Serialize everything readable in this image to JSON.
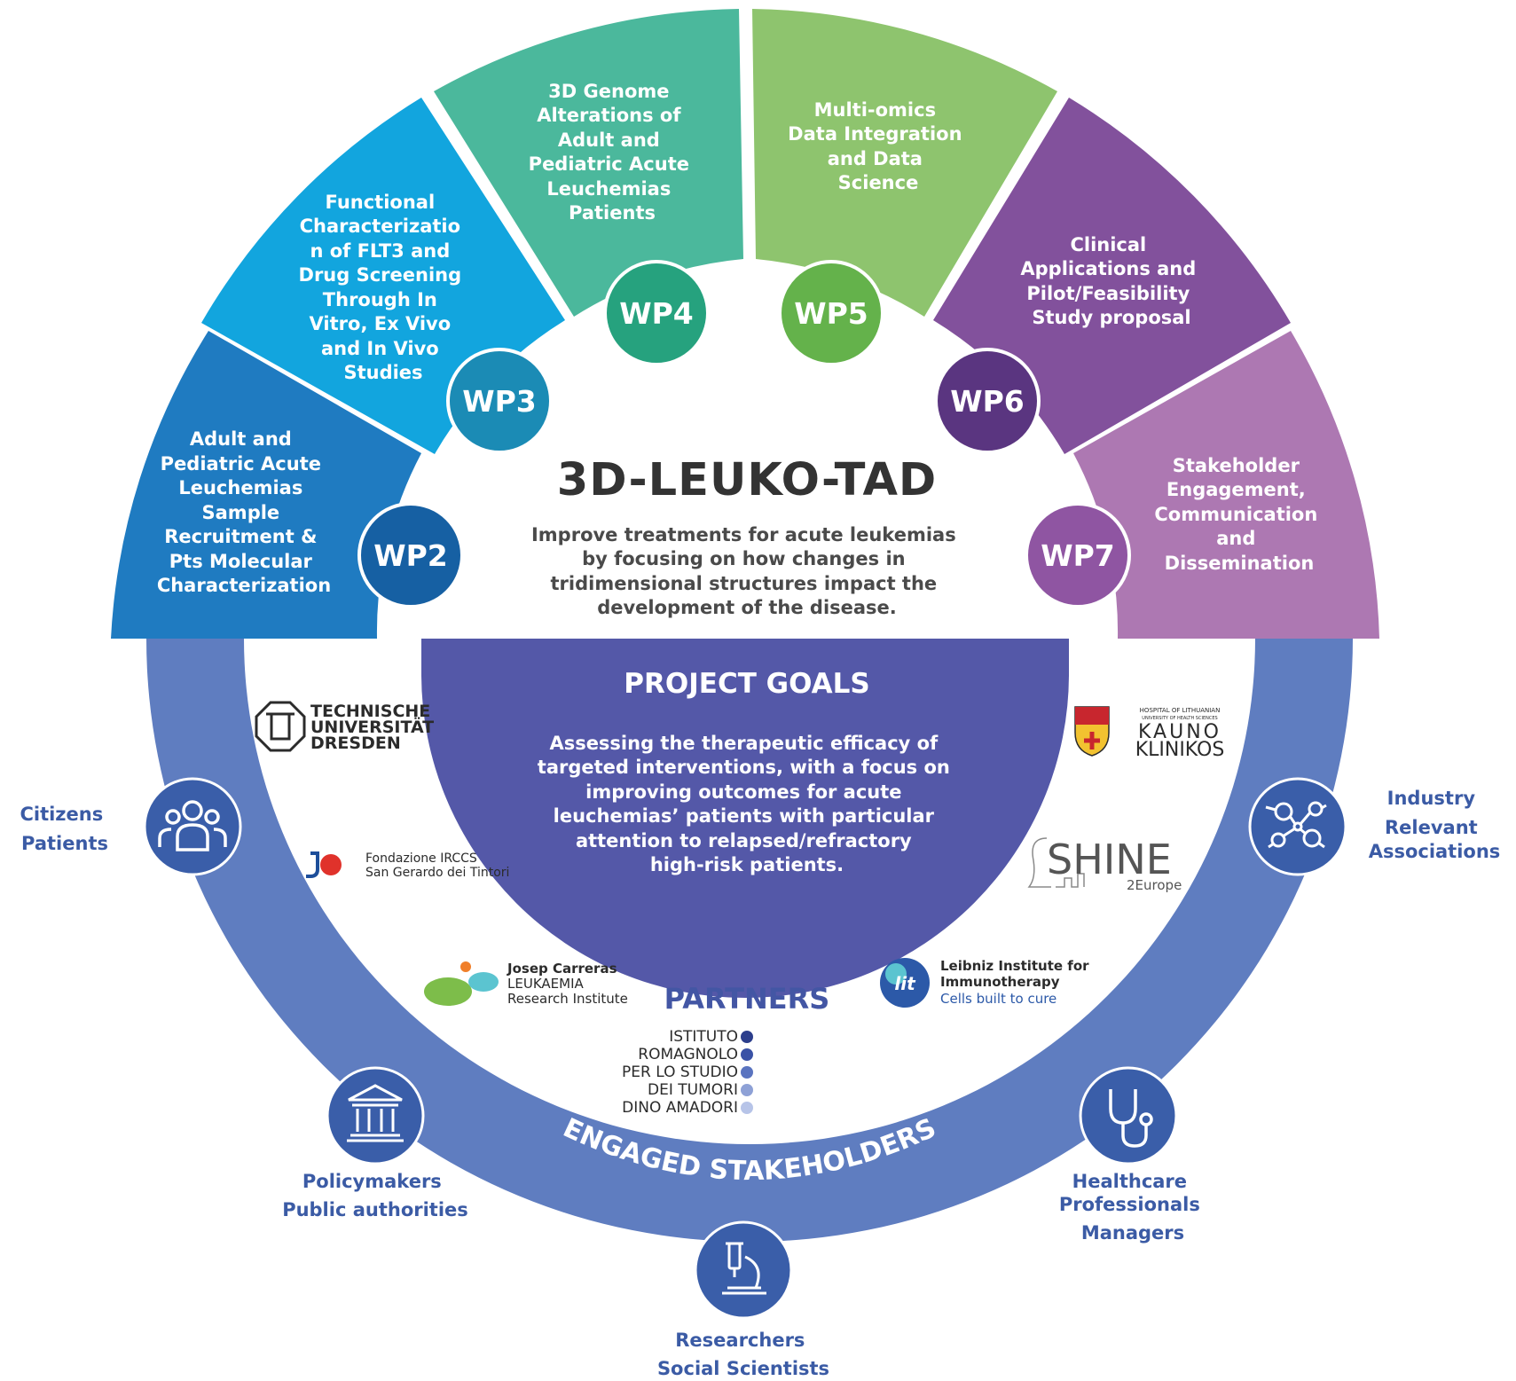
{
  "title": "3D-LEUKO-TAD",
  "mission_lines": [
    "Improve treatments for acute leukemias",
    "by focusing on how changes in",
    "tridimensional structures impact the",
    "development of the disease."
  ],
  "work_packages": [
    {
      "id": "WP2",
      "color": "#1f7bc1",
      "badge_color": "#1660a3",
      "lines": [
        "Adult and",
        "Pediatric Acute",
        "Leuchemias",
        "Sample",
        "Recruitment &",
        "Pts Molecular",
        "Characterization"
      ]
    },
    {
      "id": "WP3",
      "color": "#12a5de",
      "badge_color": "#1b8bb5",
      "lines": [
        "Functional",
        "Characterizatio",
        "n of FLT3 and",
        "Drug Screening",
        "Through In",
        "Vitro, Ex Vivo",
        "and In Vivo",
        "Studies"
      ]
    },
    {
      "id": "WP4",
      "color": "#4bb89c",
      "badge_color": "#26a27e",
      "lines": [
        "3D Genome",
        "Alterations of",
        "Adult and",
        "Pediatric Acute",
        "Leuchemias",
        "Patients"
      ]
    },
    {
      "id": "WP5",
      "color": "#8ec46e",
      "badge_color": "#64b24b",
      "lines": [
        "Multi-omics",
        "Data Integration",
        "and Data",
        "Science"
      ]
    },
    {
      "id": "WP6",
      "color": "#82519c",
      "badge_color": "#5a3580",
      "lines": [
        "Clinical",
        "Applications and",
        "Pilot/Feasibility",
        "Study proposal"
      ]
    },
    {
      "id": "WP7",
      "color": "#ad78b2",
      "badge_color": "#8f55a2",
      "lines": [
        "Stakeholder",
        "Engagement,",
        "Communication",
        "and",
        "Dissemination"
      ]
    }
  ],
  "goals": {
    "title": "PROJECT GOALS",
    "lines": [
      "Assessing the therapeutic efficacy of",
      "targeted interventions, with a focus on",
      "improving outcomes for acute",
      "leuchemias’ patients with particular",
      "attention to relapsed/refractory",
      "high-risk patients."
    ]
  },
  "ring_label": "ENGAGED STAKEHOLDERS",
  "partners_title": "PARTNERS",
  "partners": {
    "tud": [
      "TECHNISCHE",
      "UNIVERSITÄT",
      "DRESDEN"
    ],
    "fondazione": [
      "Fondazione IRCCS",
      "San Gerardo dei Tintori"
    ],
    "carreras": [
      "Josep Carreras",
      "LEUKAEMIA",
      "Research Institute"
    ],
    "irst": [
      "ISTITUTO",
      "ROMAGNOLO",
      "PER LO STUDIO",
      "DEI TUMORI",
      "DINO AMADORI"
    ],
    "leibniz": [
      "Leibniz Institute for",
      "Immunotherapy",
      "Cells built to cure"
    ],
    "kauno": [
      "HOSPITAL OF LITHUANIAN",
      "UNIVERSITY OF HEALTH SCIENCES",
      "KAUNO",
      "KLINIKOS"
    ],
    "shine": [
      "SHINE",
      "2Europe"
    ]
  },
  "stakeholders": [
    {
      "icon": "people-icon",
      "lines": [
        "Citizens",
        "Patients"
      ]
    },
    {
      "icon": "network-icon",
      "lines": [
        "Industry",
        "Relevant",
        "Associations"
      ]
    },
    {
      "icon": "institution-icon",
      "lines": [
        "Policymakers",
        "Public authorities"
      ]
    },
    {
      "icon": "stethoscope-icon",
      "lines": [
        "Healthcare",
        "Professionals",
        "Managers"
      ]
    },
    {
      "icon": "microscope-icon",
      "lines": [
        "Researchers",
        "Social Scientists"
      ]
    }
  ],
  "colors": {
    "ring": "#5f7dc0",
    "goals": "#5458a8",
    "stakeholder_circle": "#3a5ea9",
    "stakeholder_text": "#3b5ba5"
  }
}
